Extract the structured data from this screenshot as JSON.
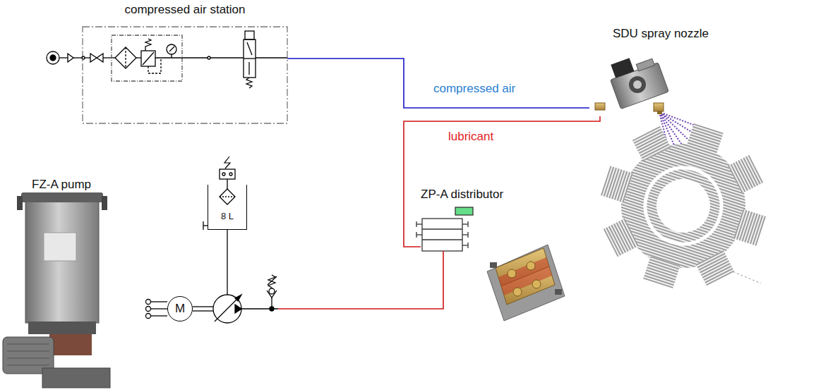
{
  "diagram": {
    "nodes": [
      {
        "text": [
          "compressed air station"
        ]
      },
      {
        "text": [
          "SDU spray nozzle"
        ]
      },
      {
        "text": [
          "ZP-A distributor"
        ]
      },
      {
        "text": [
          "FZ-A pump"
        ]
      },
      {
        "text": [
          "8 L"
        ],
        "in": 3
      },
      {
        "text": [
          "M"
        ],
        "in": 3
      }
    ],
    "edges": [
      {
        "from": 0,
        "to": 1,
        "arrow": "none",
        "label": "compressed air"
      },
      {
        "from": 2,
        "to": 1,
        "arrow": "none",
        "label": "lubricant"
      },
      {
        "from": 3,
        "to": 2,
        "arrow": "none"
      }
    ]
  }
}
